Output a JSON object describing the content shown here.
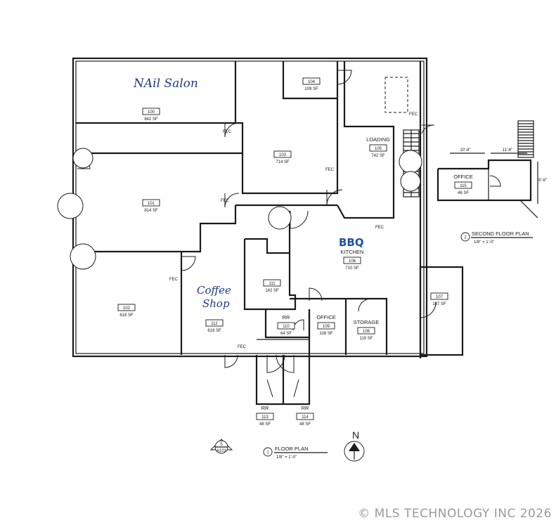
{
  "rooms": [
    {
      "num": "100",
      "area": "842 SF"
    },
    {
      "num": "101",
      "area": "814 SF"
    },
    {
      "num": "102",
      "area": "618 SF"
    },
    {
      "num": "103",
      "area": "714 SF"
    },
    {
      "num": "104",
      "area": "109 SF"
    },
    {
      "num": "105",
      "area": "742 SF",
      "name": "LOADING"
    },
    {
      "num": "106",
      "area": "710 SF",
      "name": "KITCHEN"
    },
    {
      "num": "107",
      "area": "187 SF"
    },
    {
      "num": "108",
      "area": "119 SF",
      "name": "STORAGE"
    },
    {
      "num": "109",
      "area": "108 SF",
      "name": "OFFICE"
    },
    {
      "num": "110",
      "area": "64 SF",
      "name": "RR"
    },
    {
      "num": "111",
      "area": "142 SF"
    },
    {
      "num": "112",
      "area": "619 SF"
    },
    {
      "num": "113",
      "area": "48 SF",
      "name": "RR"
    },
    {
      "num": "114",
      "area": "48 SF",
      "name": "RR"
    },
    {
      "num": "115",
      "area": "46 SF",
      "name": "OFFICE"
    }
  ],
  "handwritten": {
    "nail_salon": "NAil Salon",
    "coffee_1": "Coffee",
    "coffee_2": "Shop",
    "bbq": "BBQ"
  },
  "fec": "FEC",
  "dims": {
    "d1": "10'-8\"",
    "d2": "11'-6\"",
    "d3": "9'-8\""
  },
  "floor_plan": {
    "num": "1",
    "title": "FLOOR PLAN",
    "scale": "1/8\" = 1'-0\""
  },
  "second_floor": {
    "num": "2",
    "title": "SECOND FLOOR PLAN",
    "scale": "1/8\" = 1'-0\""
  },
  "section_ref": {
    "top": "5",
    "bottom": "A101"
  },
  "north": "N",
  "copyright": "© MLS TECHNOLOGY INC 2026"
}
